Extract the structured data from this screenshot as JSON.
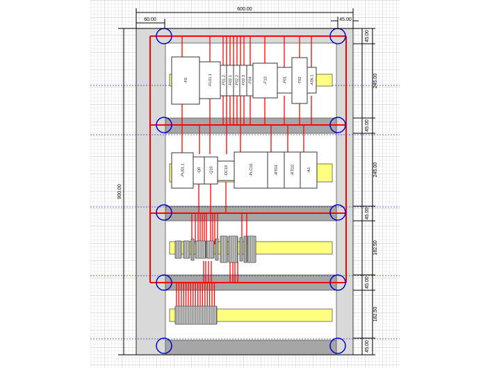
{
  "dimensions": {
    "total_width": "600.00",
    "left_offset": "60.00",
    "right_offset": "45.00",
    "total_height": "900.00",
    "right_stack": [
      "45.00",
      "245.00",
      "45.00",
      "245.00",
      "45.00",
      "182.50",
      "45.00",
      "182.50",
      "45.00"
    ]
  },
  "rows": {
    "row1": [
      "-F0",
      "-FL01.1",
      "-F01.2",
      "-F02.1",
      "-F02.2",
      "-F02.3",
      "-F04",
      "-F10",
      "-F01",
      "-T02",
      "-K06.1"
    ],
    "row2": [
      "-PU01.1",
      "-Q0",
      "-Q10",
      "-DC10",
      "-PLC10",
      "-RTD1",
      "-RTD2",
      "-A1"
    ]
  },
  "colors": {
    "wire": "#ff0000",
    "mount_hole": "#0000cc",
    "din_rail": "#ffff80",
    "panel": "#d9d9d9",
    "cable_duct": "#a6a6a6"
  }
}
